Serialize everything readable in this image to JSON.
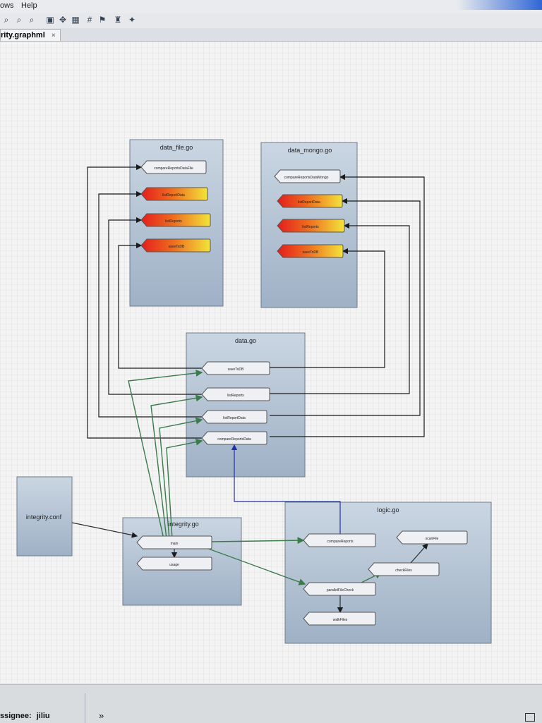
{
  "menu": {
    "windows": "ows",
    "help": "Help"
  },
  "tab": {
    "title": "rity.graphml",
    "close": "×"
  },
  "groups": {
    "data_file": "data_file.go",
    "data_mongo": "data_mongo.go",
    "data": "data.go",
    "integrity": "integrity.go",
    "logic": "logic.go",
    "conf": "integrity.conf"
  },
  "nodes": {
    "data_file": [
      "compareReportsDataFile",
      "listReportData",
      "listReports",
      "saveToDB"
    ],
    "data_mongo": [
      "compareReportsDataMongo",
      "listReportData",
      "listReports",
      "saveToDB"
    ],
    "data": [
      "saveToDB",
      "listReports",
      "listReportData",
      "compareReportsData"
    ],
    "integrity": [
      "main",
      "usage"
    ],
    "logic": [
      "compareReports",
      "scanFile",
      "checkFiles",
      "parallelFileCheck",
      "walkFiles"
    ]
  },
  "colors": {
    "group_fill": "#a9b9cc",
    "node_fill": "#eef0f3",
    "hot_start": "#e31d1d",
    "hot_end": "#f3e43a",
    "edge_black": "#1b1b1b",
    "edge_green": "#3b7a4b",
    "edge_blue": "#1f2fa8"
  },
  "status": {
    "assignee_label": "ssignee:",
    "assignee_value": "jiliu",
    "chevron": "»"
  }
}
